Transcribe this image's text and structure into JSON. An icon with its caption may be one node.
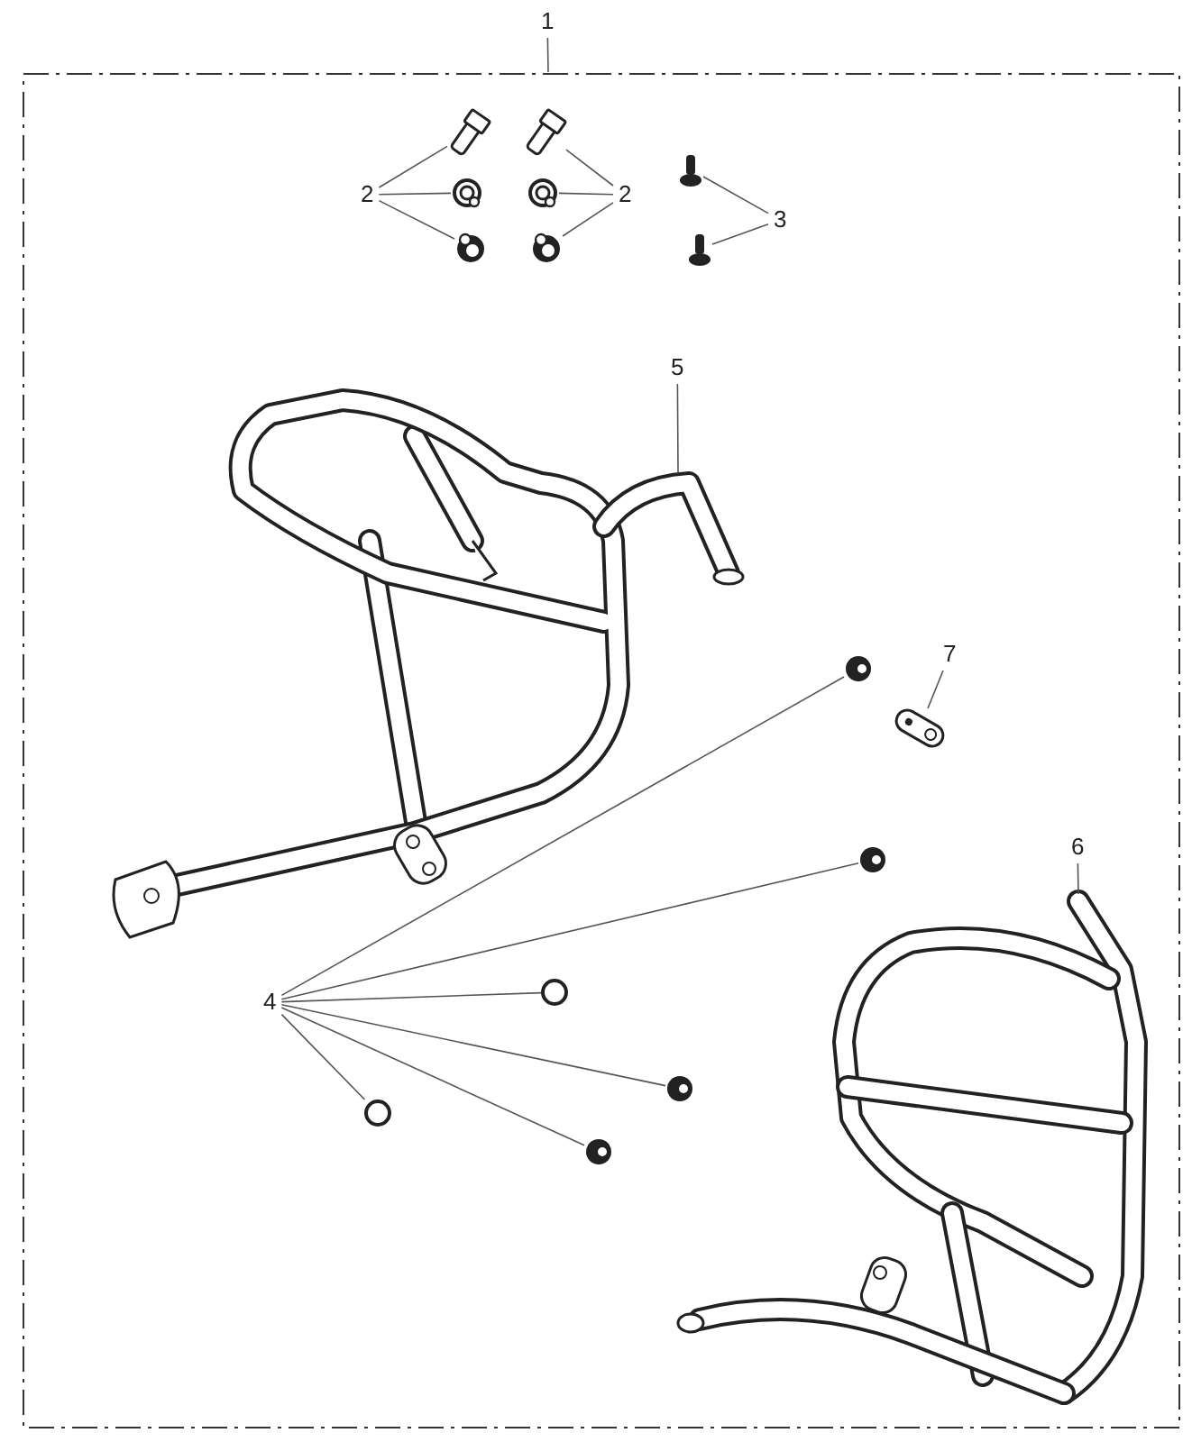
{
  "diagram": {
    "nodes": [
      {
        "text": [
          "1"
        ]
      },
      {
        "text": [],
        "shape": "box"
      },
      {
        "text": [
          "2"
        ],
        "in": 1
      },
      {
        "text": [
          "2"
        ],
        "in": 1
      },
      {
        "text": [
          "3"
        ],
        "in": 1
      },
      {
        "text": [],
        "shape": "bolt",
        "in": 1
      },
      {
        "text": [],
        "shape": "bolt",
        "in": 1
      },
      {
        "text": [],
        "shape": "picture",
        "in": 1
      },
      {
        "text": [],
        "shape": "picture",
        "in": 1
      },
      {
        "text": [],
        "shape": "picture",
        "in": 1
      },
      {
        "text": [],
        "shape": "picture",
        "in": 1
      },
      {
        "text": [],
        "shape": "picture",
        "in": 1
      },
      {
        "text": [],
        "shape": "picture",
        "in": 1
      },
      {
        "text": [
          "5"
        ],
        "in": 1
      },
      {
        "text": [],
        "shape": "picture",
        "in": 1
      },
      {
        "text": [
          "7"
        ],
        "in": 1
      },
      {
        "text": [],
        "shape": "picture",
        "in": 1
      },
      {
        "text": [
          "6"
        ],
        "in": 1
      },
      {
        "text": [],
        "shape": "picture",
        "in": 1
      },
      {
        "text": [
          "4"
        ],
        "in": 1
      },
      {
        "text": [],
        "shape": "picture",
        "in": 1
      },
      {
        "text": [],
        "shape": "picture",
        "in": 1
      },
      {
        "text": [],
        "shape": "circle",
        "in": 1
      },
      {
        "text": [],
        "shape": "picture",
        "in": 1
      },
      {
        "text": [],
        "shape": "picture",
        "in": 1
      },
      {
        "text": [],
        "shape": "circle",
        "in": 1
      }
    ],
    "edges": [
      {
        "from": 0,
        "to": 1,
        "arrow": "none"
      },
      {
        "from": 2,
        "to": 5,
        "arrow": "none"
      },
      {
        "from": 2,
        "to": 7,
        "arrow": "none"
      },
      {
        "from": 2,
        "to": 9,
        "arrow": "none"
      },
      {
        "from": 3,
        "to": 6,
        "arrow": "none"
      },
      {
        "from": 3,
        "to": 8,
        "arrow": "none"
      },
      {
        "from": 3,
        "to": 10,
        "arrow": "none"
      },
      {
        "from": 4,
        "to": 11,
        "arrow": "none"
      },
      {
        "from": 4,
        "to": 12,
        "arrow": "none"
      },
      {
        "from": 13,
        "to": 14,
        "arrow": "none"
      },
      {
        "from": 15,
        "to": 16,
        "arrow": "none"
      },
      {
        "from": 17,
        "to": 18,
        "arrow": "none"
      },
      {
        "from": 19,
        "to": 20,
        "arrow": "none"
      },
      {
        "from": 19,
        "to": 21,
        "arrow": "none"
      },
      {
        "from": 19,
        "to": 22,
        "arrow": "none"
      },
      {
        "from": 19,
        "to": 23,
        "arrow": "none"
      },
      {
        "from": 19,
        "to": 24,
        "arrow": "none"
      },
      {
        "from": 19,
        "to": 25,
        "arrow": "none"
      }
    ]
  }
}
